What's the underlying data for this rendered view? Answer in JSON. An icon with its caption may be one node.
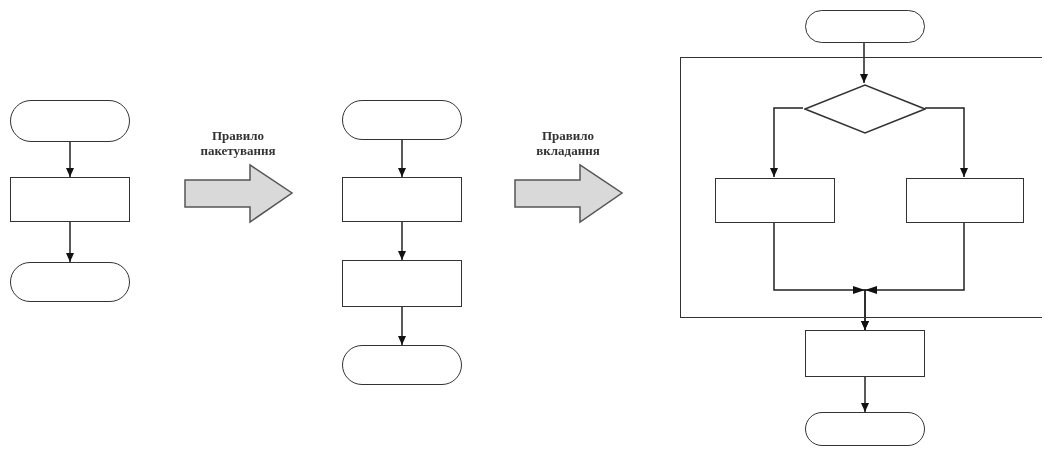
{
  "diagram": {
    "nodes": [
      {
        "text": [],
        "shape": "terminal"
      },
      {
        "text": [],
        "shape": "box"
      },
      {
        "text": [],
        "shape": "terminal"
      },
      {
        "text": [],
        "shape": "terminal"
      },
      {
        "text": [],
        "shape": "box"
      },
      {
        "text": [],
        "shape": "box"
      },
      {
        "text": [],
        "shape": "terminal"
      },
      {
        "text": [],
        "shape": "terminal"
      },
      {
        "text": [],
        "shape": "frame"
      },
      {
        "text": [],
        "shape": "diamond",
        "in": 8
      },
      {
        "text": [],
        "shape": "box",
        "in": 8
      },
      {
        "text": [],
        "shape": "box",
        "in": 8
      },
      {
        "text": [],
        "shape": "box"
      },
      {
        "text": [],
        "shape": "terminal"
      }
    ],
    "edges": [
      {
        "from": 0,
        "to": 1,
        "arrow": "to"
      },
      {
        "from": 1,
        "to": 2,
        "arrow": "to"
      },
      {
        "from": 3,
        "to": 4,
        "arrow": "to"
      },
      {
        "from": 4,
        "to": 5,
        "arrow": "to"
      },
      {
        "from": 5,
        "to": 6,
        "arrow": "to"
      },
      {
        "from": 7,
        "to": 9,
        "arrow": "to"
      },
      {
        "from": 9,
        "to": 10,
        "arrow": "to"
      },
      {
        "from": 9,
        "to": 11,
        "arrow": "to"
      },
      {
        "from": 10,
        "to": 12,
        "arrow": "to"
      },
      {
        "from": 11,
        "to": 12,
        "arrow": "to"
      },
      {
        "from": 12,
        "to": 13,
        "arrow": "to"
      }
    ],
    "labels": [
      "Правило пакетування",
      "Правило вкладання"
    ]
  }
}
